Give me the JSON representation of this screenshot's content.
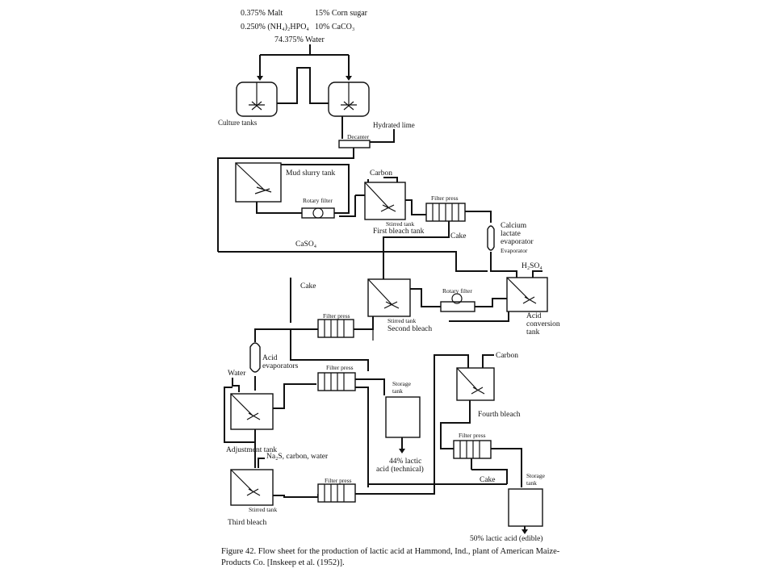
{
  "ingredients": {
    "malt": "0.375% Malt",
    "nh4": "0.250% (NH₄)₂HPO₄",
    "water": "74.375% Water",
    "corn_sugar": "15% Corn sugar",
    "caco3": "10% CaCO₃"
  },
  "labels": {
    "culture_tanks": "Culture tanks",
    "hydrated_lime": "Hydrated lime",
    "decanter": "Decanter",
    "mud_slurry_tank": "Mud slurry tank",
    "carbon_1": "Carbon",
    "rotary_filter_1": "Rotary filter",
    "filter_press_1": "Filter press",
    "stirred_tank_1": "Stirred tank",
    "first_bleach_tank": "First bleach tank",
    "calcium": "Calcium",
    "lactate": "lactate",
    "evaporator_cap": "evaporator",
    "evaporator": "Evaporator",
    "cake_1": "Cake",
    "caso4": "CaSO₄",
    "h2so4": "H₂SO₄",
    "cake_2": "Cake",
    "rotary_filter_2": "Rotary filter",
    "filter_press_2": "Filter press",
    "stirred_tank_2": "Stirred tank",
    "second_bleach": "Second bleach",
    "acid": "Acid",
    "conversion": "conversion",
    "tank": "tank",
    "acid_evap_1": "Acid",
    "acid_evap_2": "evaporators",
    "water_2": "Water",
    "filter_press_3": "Filter press",
    "storage_tank_1a": "Storage",
    "storage_tank_1b": "tank",
    "carbon_2": "Carbon",
    "fourth_bleach": "Fourth bleach",
    "adjustment_tank": "Adjustment tank",
    "na2s": "Na₂S, carbon, water",
    "lactic_44_a": "44% lactic",
    "lactic_44_b": "acid (technical)",
    "filter_press_4": "Filter press",
    "storage_tank_2a": "Storage",
    "storage_tank_2b": "tank",
    "cake_3": "Cake",
    "filter_press_5": "Filter press",
    "stirred_tank_3": "Stirred tank",
    "third_bleach": "Third bleach",
    "lactic_50": "50% lactic acid (edible)"
  },
  "caption": {
    "line1": "Figure 42.  Flow sheet for the production of lactic acid at Hammond, Ind., plant of American Maize-",
    "line2": "Products Co. [Inskeep et al. (1952)]."
  }
}
